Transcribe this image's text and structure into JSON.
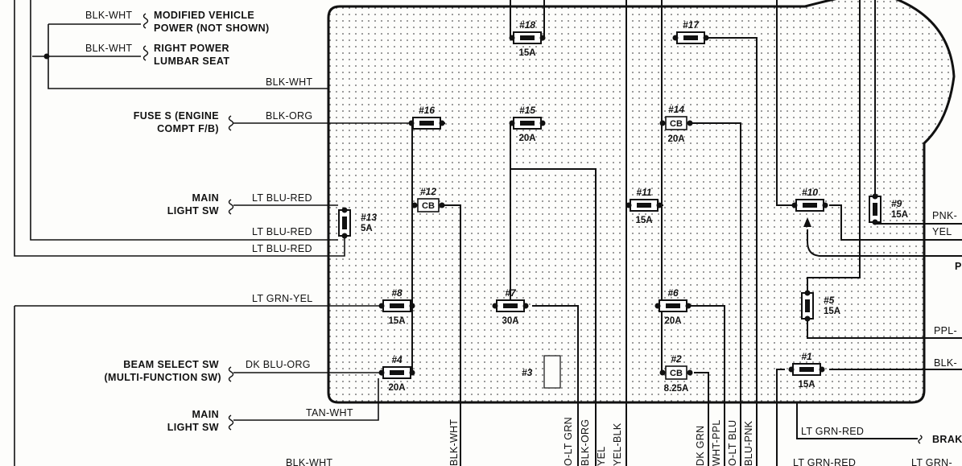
{
  "labels": {
    "blk_wht_1": "BLK-WHT",
    "blk_wht_2": "BLK-WHT",
    "blk_wht_3": "BLK-WHT",
    "blk_org": "BLK-ORG",
    "lt_blu_red_1": "LT BLU-RED",
    "lt_blu_red_2": "LT BLU-RED",
    "lt_blu_red_3": "LT BLU-RED",
    "lt_grn_yel": "LT GRN-YEL",
    "dk_blu_org": "DK BLU-ORG",
    "tan_wht": "TAN-WHT",
    "blk_wht_4": "BLK-WHT",
    "pnk": "PNK-",
    "yel_right": "YEL",
    "ppl": "PPL-",
    "blk_right": "BLK-",
    "lt_grn_red_1": "LT GRN-RED",
    "lt_grn_red_2": "LT GRN-RED",
    "lt_grn_right": "LT GRN-"
  },
  "components": {
    "modified_vehicle_1": "MODIFIED VEHICLE",
    "modified_vehicle_2": "POWER (NOT SHOWN)",
    "lumbar_1": "RIGHT POWER",
    "lumbar_2": "LUMBAR SEAT",
    "fuse_s_1": "FUSE S (ENGINE",
    "fuse_s_2": "COMPT F/B)",
    "main_light_1a": "MAIN",
    "main_light_1b": "LIGHT SW",
    "beam_select_1": "BEAM SELECT SW",
    "beam_select_2": "(MULTI-FUNCTION SW)",
    "main_light_2a": "MAIN",
    "main_light_2b": "LIGHT SW",
    "brake": "BRAK",
    "right_cut": "P"
  },
  "fuse3": {
    "id": "#3"
  },
  "fuses": [
    {
      "id": "#18",
      "rating": "15A",
      "type": "blade"
    },
    {
      "id": "#17",
      "rating": "",
      "type": "blade"
    },
    {
      "id": "#16",
      "rating": "",
      "type": "blade"
    },
    {
      "id": "#15",
      "rating": "20A",
      "type": "blade"
    },
    {
      "id": "#14",
      "rating": "20A",
      "type": "cb",
      "cb_label": "CB"
    },
    {
      "id": "#12",
      "rating": "",
      "type": "cb",
      "cb_label": "CB"
    },
    {
      "id": "#11",
      "rating": "15A",
      "type": "blade"
    },
    {
      "id": "#10",
      "rating": "",
      "type": "blade"
    },
    {
      "id": "#9",
      "rating": "15A",
      "type": "blade-v"
    },
    {
      "id": "#13",
      "rating": "5A",
      "type": "blade-v"
    },
    {
      "id": "#8",
      "rating": "15A",
      "type": "blade"
    },
    {
      "id": "#7",
      "rating": "30A",
      "type": "blade"
    },
    {
      "id": "#6",
      "rating": "20A",
      "type": "blade"
    },
    {
      "id": "#5",
      "rating": "15A",
      "type": "blade-v"
    },
    {
      "id": "#4",
      "rating": "20A",
      "type": "blade"
    },
    {
      "id": "#2",
      "rating": "8.25A",
      "type": "cb",
      "cb_label": "CB"
    },
    {
      "id": "#1",
      "rating": "15A",
      "type": "blade"
    }
  ],
  "bottom_wires": [
    "BLK-WHT",
    "O-LT GRN",
    "BLK-ORG",
    "YEL",
    "YEL-BLK",
    "DK GRN",
    "WHT-PPL",
    "O-LT BLU",
    "BLU-PNK"
  ]
}
